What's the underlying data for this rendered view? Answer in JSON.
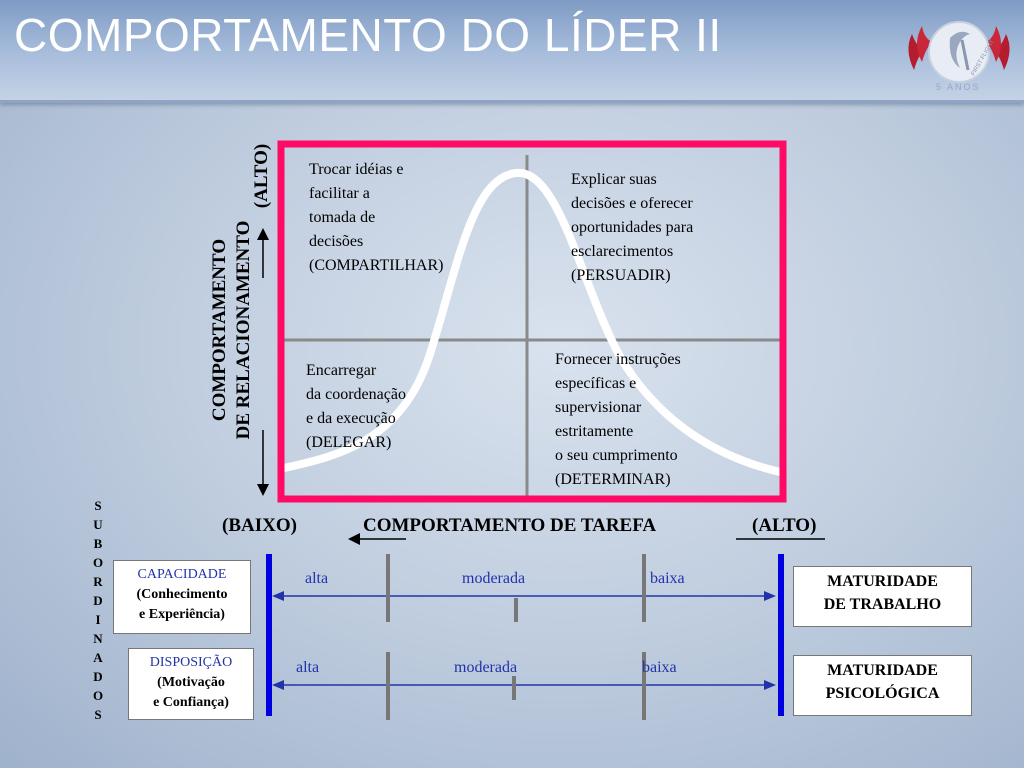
{
  "slide": {
    "title": "COMPORTAMENTO DO LÍDER II",
    "logo": {
      "text": "FIRST FLIGHT",
      "years": "5 ANOS"
    }
  },
  "axes": {
    "y_label_line1": "COMPORTAMENTO",
    "y_label_line2": "DE RELACIONAMENTO",
    "y_high": "(ALTO)",
    "x_low": "(BAIXO)",
    "x_label": "COMPORTAMENTO DE TAREFA",
    "x_high": "(ALTO)"
  },
  "quadrants": {
    "top_left": "Trocar idéias e\nfacilitar a\ntomada de\ndecisões\n(COMPARTILHAR)",
    "top_right": "Explicar suas\ndecisões e  oferecer\noportunidades para\nesclarecimentos\n(PERSUADIR)",
    "bottom_left": "Encarregar\nda coordenação\ne da execução\n(DELEGAR)",
    "bottom_right": "Fornecer  instruções\nespecíficas e\nsupervisionar\nestritamente\no seu cumprimento\n(DETERMINAR)"
  },
  "side_label": [
    "S",
    "U",
    "B",
    "O",
    "R",
    "D",
    "I",
    "N",
    "A",
    "D",
    "O",
    "S"
  ],
  "maturity": {
    "capacity": {
      "title": "CAPACIDADE",
      "line1": "(Conhecimento",
      "line2": "e Experiência)"
    },
    "disposition": {
      "title": "DISPOSIÇÃO",
      "line1": "(Motivação",
      "line2": "e Confiança)"
    },
    "scale1": [
      "alta",
      "moderada",
      "baixa"
    ],
    "scale2": [
      "alta",
      "moderada",
      "baixa"
    ],
    "work": {
      "line1": "MATURIDADE",
      "line2": "DE TRABALHO"
    },
    "psych": {
      "line1": "MATURIDADE",
      "line2": "PSICOLÓGICA"
    }
  },
  "colors": {
    "frame": "#ff0a64",
    "accent_blue": "#0000e0",
    "label_blue": "#2233aa",
    "curve": "#ffffff"
  }
}
